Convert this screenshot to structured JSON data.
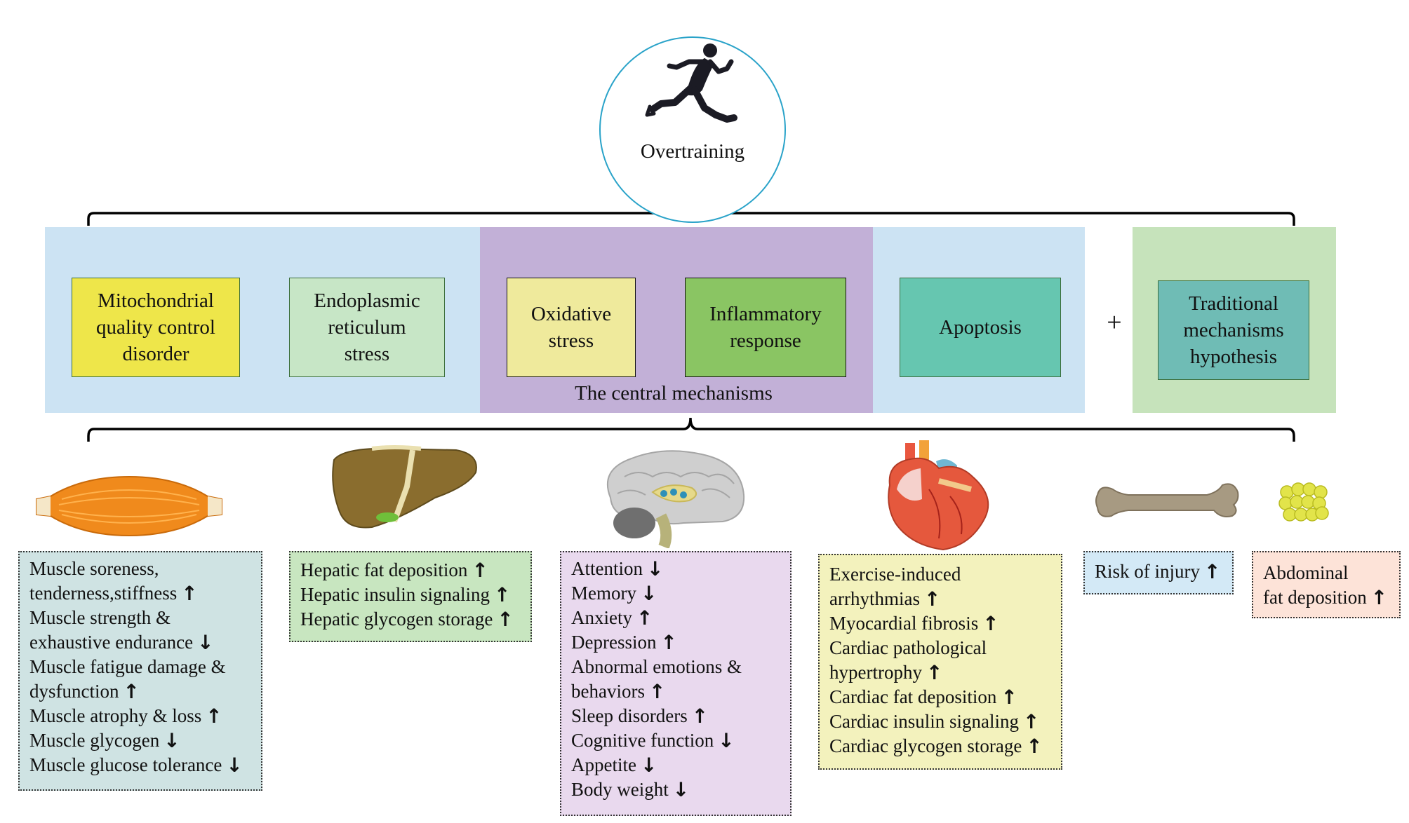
{
  "top": {
    "label": "Overtraining",
    "icon": "runner-icon"
  },
  "mechanisms": {
    "mitochondrial": [
      "Mitochondrial",
      "quality control",
      "disorder"
    ],
    "er_stress": [
      "Endoplasmic",
      "reticulum",
      "stress"
    ],
    "oxidative": [
      "Oxidative",
      "stress"
    ],
    "inflammatory": [
      "Inflammatory",
      "response"
    ],
    "apoptosis": [
      "Apoptosis"
    ],
    "traditional": [
      "Traditional",
      "mechanisms",
      "hypothesis"
    ],
    "central_label": "The central mechanisms",
    "plus": "+"
  },
  "colors": {
    "band_blue": "#cce3f3",
    "band_purple": "#c2b0d7",
    "band_green": "#c6e3bb",
    "mitochondrial": "#eee64a",
    "er_stress": "#c7e6c6",
    "oxidative": "#efea9c",
    "inflammatory": "#8ac563",
    "apoptosis": "#66c6b0",
    "traditional": "#6fbcb5",
    "circle_border": "#2aa3c9"
  },
  "organs": [
    {
      "name": "muscle-icon"
    },
    {
      "name": "liver-icon"
    },
    {
      "name": "brain-icon"
    },
    {
      "name": "heart-icon"
    },
    {
      "name": "bone-icon"
    },
    {
      "name": "fat-tissue-icon"
    }
  ],
  "effects": {
    "muscle": [
      {
        "text": "Muscle soreness,",
        "arrow": ""
      },
      {
        "text": "tenderness,stiffness",
        "arrow": "up"
      },
      {
        "text": "Muscle strength & ",
        "arrow": ""
      },
      {
        "text": "exhaustive endurance",
        "arrow": "down"
      },
      {
        "text": "Muscle fatigue damage & ",
        "arrow": ""
      },
      {
        "text": "dysfunction",
        "arrow": "up"
      },
      {
        "text": "Muscle atrophy & loss",
        "arrow": "up"
      },
      {
        "text": "Muscle glycogen",
        "arrow": "down"
      },
      {
        "text": "Muscle glucose tolerance",
        "arrow": "down"
      }
    ],
    "liver": [
      {
        "text": "Hepatic fat deposition",
        "arrow": "up"
      },
      {
        "text": "Hepatic insulin signaling",
        "arrow": "up"
      },
      {
        "text": "Hepatic glycogen storage",
        "arrow": "up"
      }
    ],
    "brain": [
      {
        "text": "Attention",
        "arrow": "down"
      },
      {
        "text": "Memory",
        "arrow": "down"
      },
      {
        "text": "Anxiety",
        "arrow": "up"
      },
      {
        "text": "Depression",
        "arrow": "up"
      },
      {
        "text": "Abnormal emotions & ",
        "arrow": ""
      },
      {
        "text": "behaviors",
        "arrow": "up"
      },
      {
        "text": "Sleep disorders",
        "arrow": "up"
      },
      {
        "text": "Cognitive function",
        "arrow": "down"
      },
      {
        "text": "Appetite",
        "arrow": "down"
      },
      {
        "text": "Body weight",
        "arrow": "down"
      }
    ],
    "heart": [
      {
        "text": "Exercise-induced",
        "arrow": ""
      },
      {
        "text": "arrhythmias",
        "arrow": "up"
      },
      {
        "text": "Myocardial fibrosis",
        "arrow": "up"
      },
      {
        "text": "Cardiac pathological",
        "arrow": ""
      },
      {
        "text": "hypertrophy",
        "arrow": "up"
      },
      {
        "text": "Cardiac fat deposition",
        "arrow": "up"
      },
      {
        "text": "Cardiac insulin signaling",
        "arrow": "up"
      },
      {
        "text": "Cardiac glycogen storage",
        "arrow": "up"
      }
    ],
    "bone": [
      {
        "text": "Risk of injury",
        "arrow": "up"
      }
    ],
    "fat": [
      {
        "text": "Abdominal",
        "arrow": ""
      },
      {
        "text": "fat deposition",
        "arrow": "up"
      }
    ]
  },
  "effect_colors": {
    "muscle": "#cfe3e3",
    "liver": "#c8e6c0",
    "brain": "#e9d9ee",
    "heart": "#f3f2bd",
    "bone": "#d3e9f6",
    "fat": "#fde3d8"
  }
}
